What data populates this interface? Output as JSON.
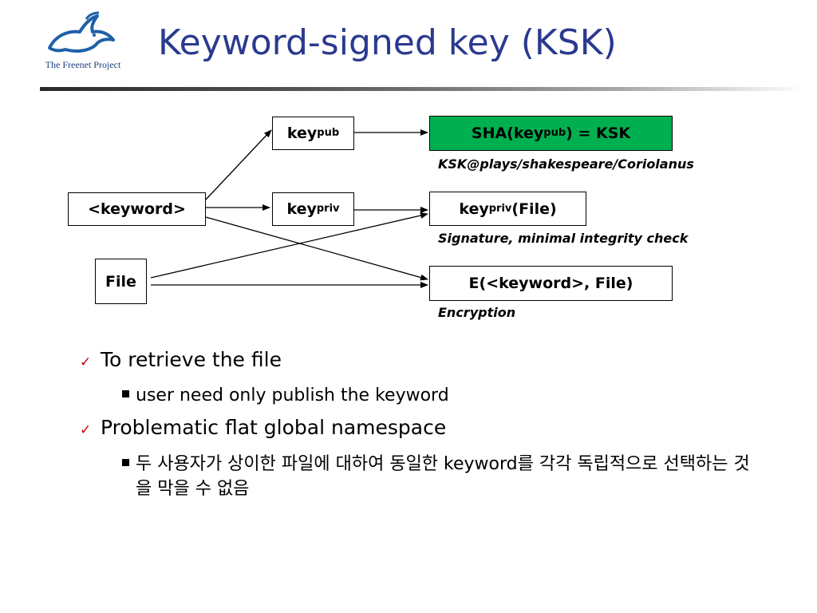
{
  "header": {
    "logo_text": "The Freenet Project",
    "title": "Keyword-signed key (KSK)"
  },
  "diagram": {
    "keyword_box": "<keyword>",
    "file_box": "File",
    "key_pub": {
      "base": "key",
      "sub": "pub"
    },
    "key_priv": {
      "base": "key",
      "sub": "priv"
    },
    "sha_box": {
      "prefix": "SHA(key",
      "sub": "pub",
      "suffix": ") = KSK"
    },
    "sign_box": {
      "base": "key",
      "sub": "priv",
      "suffix": "(File)"
    },
    "enc_box": "E(<keyword>, File)",
    "notes": {
      "ksk_example": "KSK@plays/shakespeare/Coriolanus",
      "signature": "Signature, minimal integrity check",
      "encryption": "Encryption"
    },
    "colors": {
      "sha_fill": "#00b050",
      "title": "#2b3a8f",
      "check": "#c00000"
    }
  },
  "bullets": [
    {
      "text": "To retrieve the file",
      "subitems": [
        "user need only publish the keyword"
      ]
    },
    {
      "text": "Problematic flat global namespace",
      "subitems": [
        "두 사용자가 상이한 파일에 대하여 동일한 keyword를 각각 독립적으로 선택하는 것을 막을 수 없음"
      ]
    }
  ],
  "icons": {
    "bullet_check": "✓",
    "logo": "rabbit-icon"
  }
}
